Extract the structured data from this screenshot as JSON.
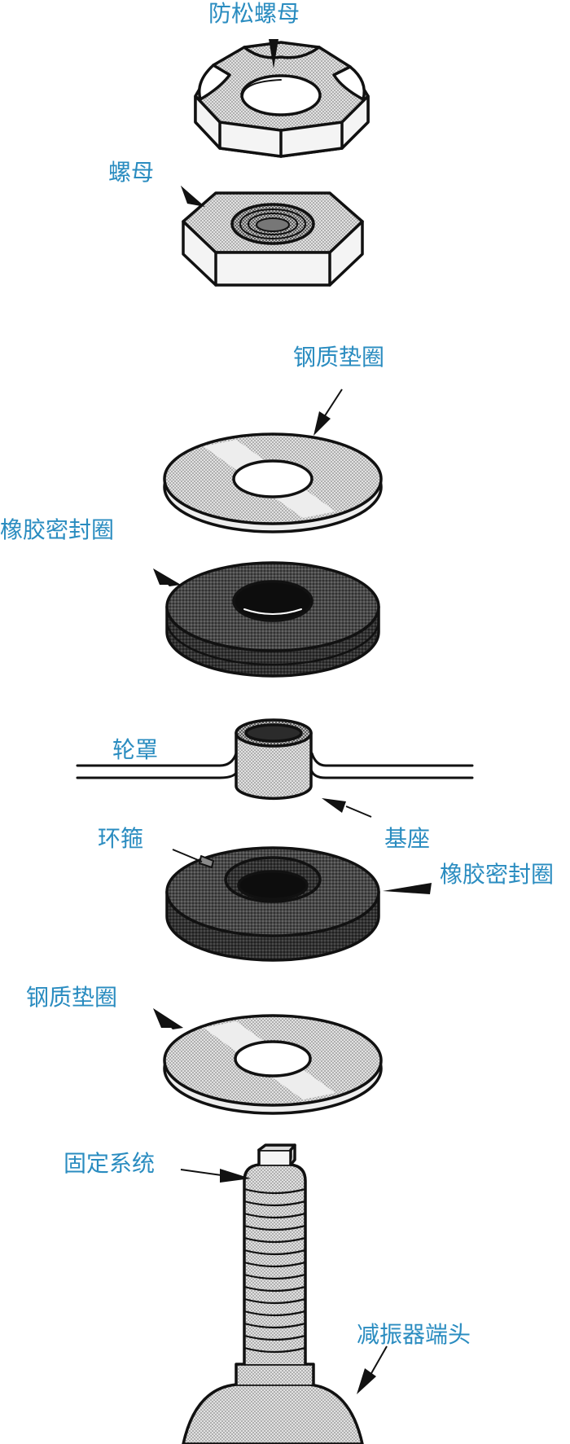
{
  "labels": {
    "lock_nut": "防松螺母",
    "nut": "螺母",
    "steel_washer_top": "钢质垫圈",
    "rubber_seal_top": "橡胶密封圈",
    "wheel_cover": "轮罩",
    "clamp": "环箍",
    "base": "基座",
    "rubber_seal_bottom": "橡胶密封圈",
    "steel_washer_bottom": "钢质垫圈",
    "fixing_system": "固定系统",
    "shock_absorber_end": "减振器端头"
  },
  "colors": {
    "label": "#2a8cc0",
    "outline": "#111111",
    "metal_fill": "#d0d0d0",
    "rubber_fill": "#3a3a3a",
    "rubber_hole": "#0d0d0d"
  }
}
